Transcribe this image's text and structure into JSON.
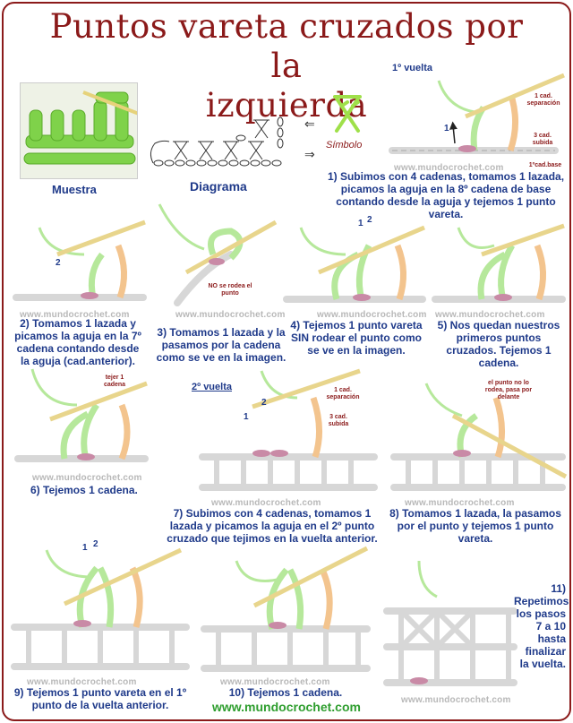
{
  "title_line1": "Puntos vareta cruzados por la",
  "title_line2": "izquierda",
  "muestra_label": "Muestra",
  "diagrama_label": "Diagrama",
  "simbolo_label": "Símbolo",
  "vuelta1_label": "1º vuelta",
  "vuelta2_label": "2º vuelta",
  "watermark": "www.mundocrochet.com",
  "footer": "www.mundocrochet.com",
  "colors": {
    "title": "#8b1a1a",
    "caption": "#1f3a8a",
    "yarn_green": "#9ee07f",
    "yarn_peach": "#f3c48e",
    "yarn_pink": "#c98aa6",
    "hook": "#e8d58c",
    "footer": "#2f9e2f"
  },
  "labels": {
    "sep1": "1 cad. separación",
    "sub1": "3 cad. subida",
    "base": "1ºcad.base",
    "no_rodea": "NO se rodea el punto",
    "tejer": "tejer 1 cadena",
    "sep7": "1 cad. separación",
    "sub7": "3 cad. subida",
    "no_lo_rodea": "el punto no lo rodea, pasa por delante"
  },
  "steps": [
    {
      "text": "1) Subimos con 4 cadenas, tomamos 1 lazada, picamos la aguja en la 8º cadena de base contando desde la aguja y tejemos 1 punto vareta."
    },
    {
      "text": "2) Tomamos 1 lazada y picamos la aguja en la 7º cadena contando desde la aguja (cad.anterior)."
    },
    {
      "text": "3) Tomamos 1 lazada y la pasamos por la cadena como se ve en la imagen."
    },
    {
      "text": "4) Tejemos 1 punto vareta SIN rodear el punto como se ve en la imagen."
    },
    {
      "text": "5) Nos quedan nuestros primeros puntos cruzados. Tejemos 1 cadena."
    },
    {
      "text": "6) Tejemos 1 cadena."
    },
    {
      "text": "7) Subimos con 4 cadenas, tomamos 1 lazada y picamos la aguja en el 2º punto cruzado que tejimos en la vuelta anterior."
    },
    {
      "text": "8) Tomamos 1 lazada, la pasamos por el punto y tejemos 1 punto vareta."
    },
    {
      "text": "9) Tejemos 1 punto vareta en el 1º punto de la vuelta anterior."
    },
    {
      "text": "10) Tejemos 1 cadena."
    },
    {
      "text": "11) Repetimos los pasos 7 a 10 hasta finalizar la vuelta."
    }
  ],
  "numbers": {
    "n1": "1",
    "n2": "2"
  }
}
